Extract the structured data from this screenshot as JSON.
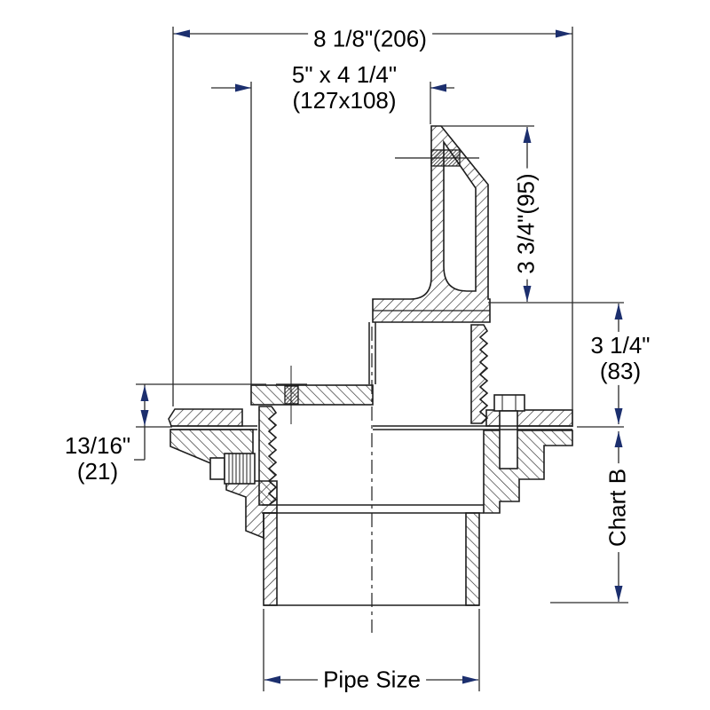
{
  "page": {
    "background": "#ffffff"
  },
  "palette": {
    "outline": "#1e1e1e",
    "thin_line": "#2a2a2a",
    "arrow": "#1c2f6e",
    "text": "#000000"
  },
  "drawing_type": "cross-section dimension drawing of a drain fitting",
  "dimensions": {
    "overall_width": {
      "label": "8 1/8\"(206)"
    },
    "grate_opening": {
      "line1": "5\" x 4 1/4\"",
      "line2": "(127x108)"
    },
    "funnel_height": {
      "label": "3 3/4\"(95)"
    },
    "deck_height": {
      "line1": "3 1/4\"",
      "line2": "(83)"
    },
    "body_depth": {
      "label": "Chart B"
    },
    "flange_thickness": {
      "line1": "13/16\"",
      "line2": "(21)"
    },
    "outlet": {
      "label": "Pipe Size"
    }
  }
}
